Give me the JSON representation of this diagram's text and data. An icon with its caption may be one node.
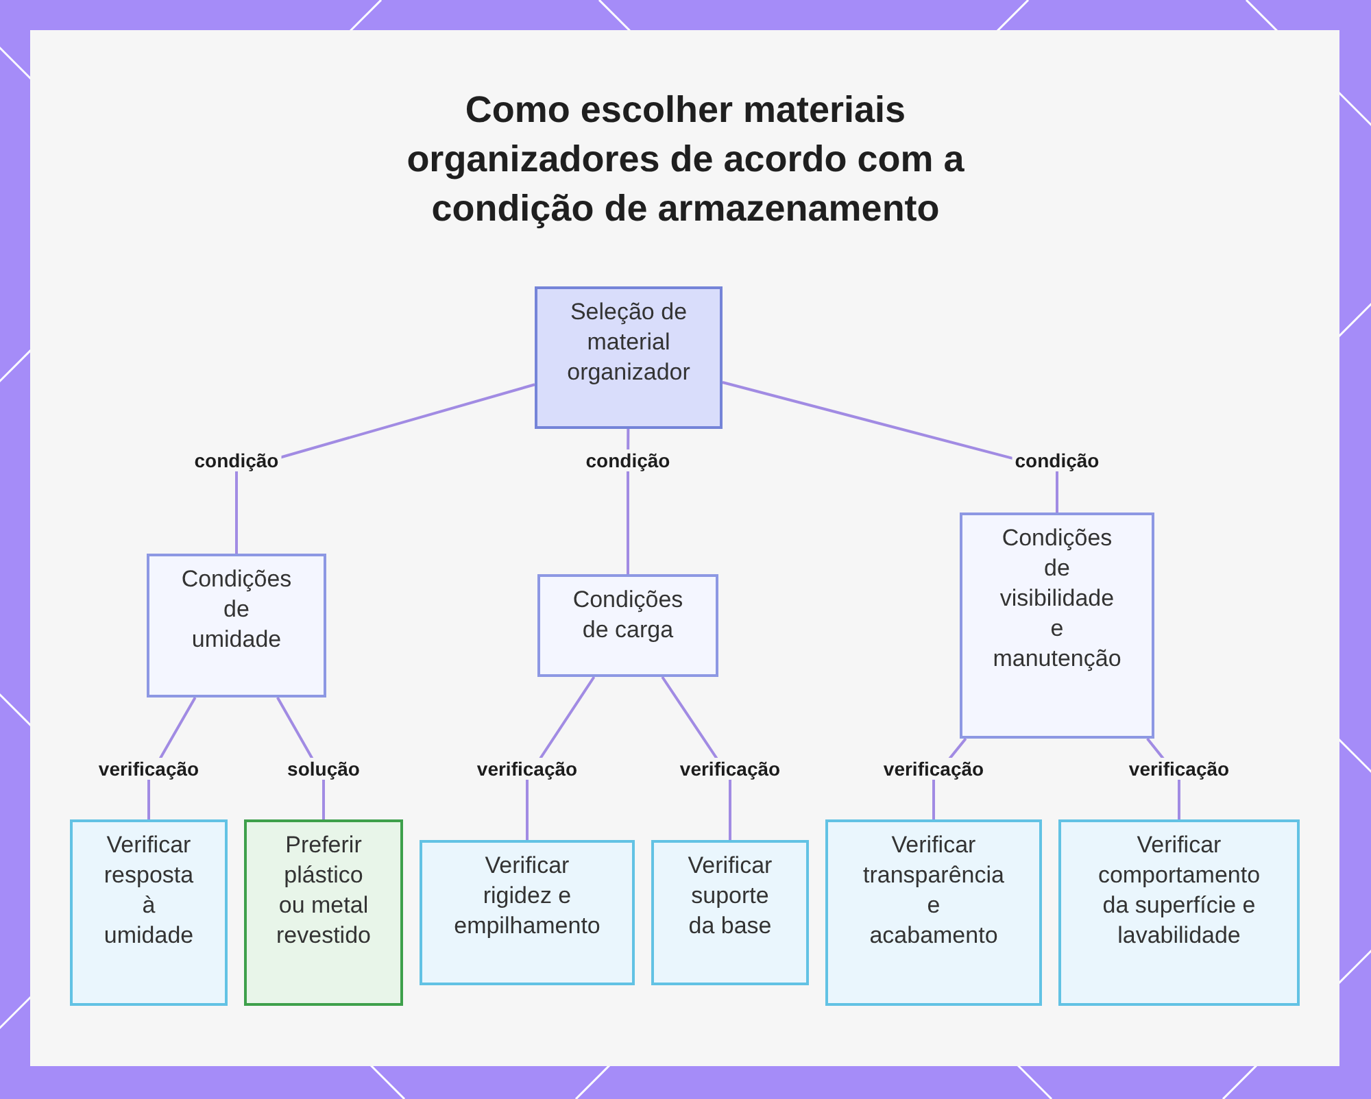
{
  "diagram": {
    "title": "Como escolher materiais organizadores de acordo com a condição de armazenamento",
    "nodes": [
      {
        "text": [
          "Seleção de material organizador"
        ]
      },
      {
        "text": [
          "Condições de umidade"
        ]
      },
      {
        "text": [
          "Condições de carga"
        ]
      },
      {
        "text": [
          "Condições de visibilidade e manutenção"
        ]
      },
      {
        "text": [
          "Verificar resposta à umidade"
        ]
      },
      {
        "text": [
          "Preferir plástico ou metal revestido"
        ]
      },
      {
        "text": [
          "Verificar rigidez e empilhamento"
        ]
      },
      {
        "text": [
          "Verificar suporte da base"
        ]
      },
      {
        "text": [
          "Verificar transparência e acabamento"
        ]
      },
      {
        "text": [
          "Verificar comportamento da superfície e lavabilidade"
        ]
      }
    ],
    "edges": [
      {
        "from": 0,
        "to": 1,
        "arrow": "none",
        "label": "condição"
      },
      {
        "from": 0,
        "to": 2,
        "arrow": "none",
        "label": "condição"
      },
      {
        "from": 0,
        "to": 3,
        "arrow": "none",
        "label": "condição"
      },
      {
        "from": 1,
        "to": 4,
        "arrow": "none",
        "label": "verificação"
      },
      {
        "from": 1,
        "to": 5,
        "arrow": "none",
        "label": "solução"
      },
      {
        "from": 2,
        "to": 6,
        "arrow": "none",
        "label": "verificação"
      },
      {
        "from": 2,
        "to": 7,
        "arrow": "none",
        "label": "verificação"
      },
      {
        "from": 3,
        "to": 8,
        "arrow": "none",
        "label": "verificação"
      },
      {
        "from": 3,
        "to": 9,
        "arrow": "none",
        "label": "verificação"
      }
    ]
  }
}
